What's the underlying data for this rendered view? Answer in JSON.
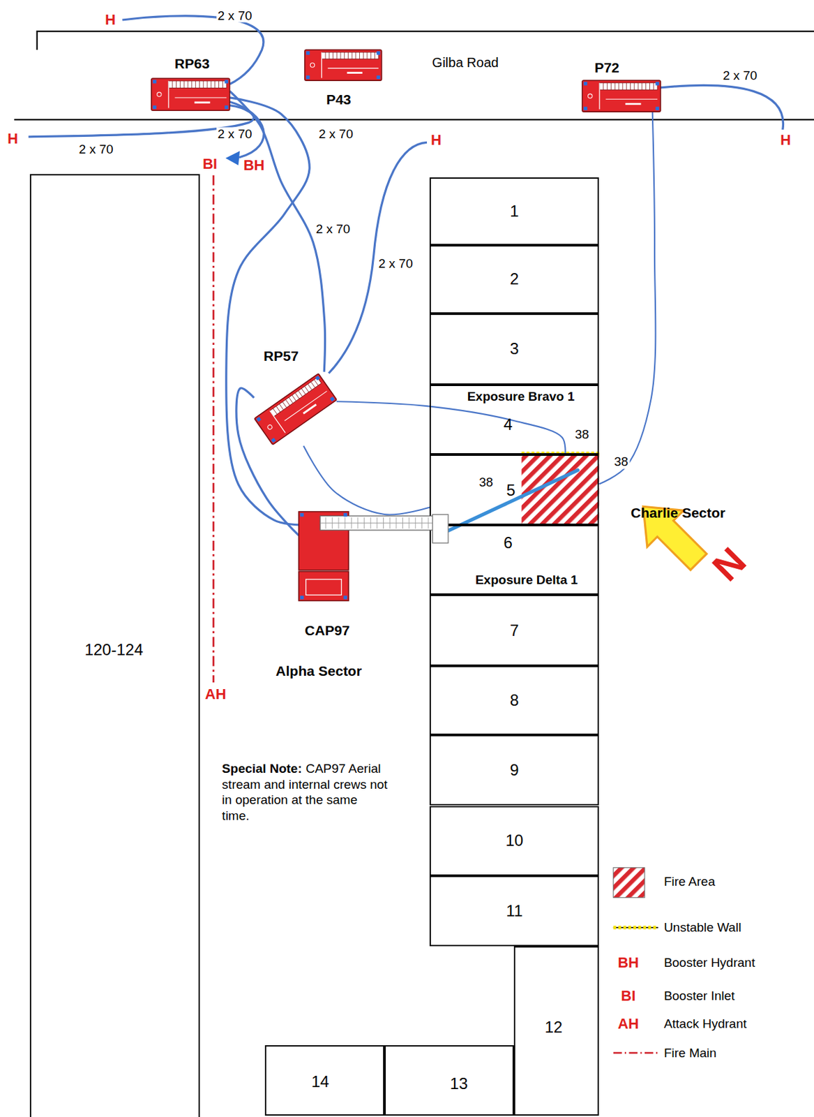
{
  "diagram": {
    "nodes": [
      {
        "text": [
          "RP63"
        ]
      },
      {
        "text": [
          "P43"
        ]
      },
      {
        "text": [
          "P72"
        ]
      },
      {
        "text": [
          "120-124"
        ]
      },
      {
        "text": [
          "1"
        ]
      },
      {
        "text": [
          "2"
        ]
      },
      {
        "text": [
          "3"
        ]
      },
      {
        "text": [
          "RP57"
        ]
      },
      {
        "text": [
          "Exposure Bravo 1",
          "4"
        ]
      },
      {
        "text": [
          "5"
        ]
      },
      {
        "text": [
          "6",
          "Exposure Delta 1"
        ]
      },
      {
        "text": [
          "CAP97"
        ]
      },
      {
        "text": [
          "7"
        ]
      },
      {
        "text": [
          "8"
        ]
      },
      {
        "text": [
          "9"
        ]
      },
      {
        "text": [
          "10"
        ]
      },
      {
        "text": [
          "11"
        ]
      },
      {
        "text": [
          "12"
        ]
      },
      {
        "text": [
          "13"
        ]
      },
      {
        "text": [
          "14"
        ]
      }
    ],
    "edges": [
      {
        "from": 0,
        "to": 7,
        "label": "2 x 70",
        "arrow": "none"
      },
      {
        "from": 0,
        "to": 11,
        "label": "2 x 70",
        "arrow": "none"
      },
      {
        "from": 7,
        "to": 11,
        "arrow": "none"
      },
      {
        "from": 7,
        "to": 8,
        "label": "38",
        "arrow": "none"
      },
      {
        "from": 7,
        "to": 9,
        "label": "38",
        "arrow": "none"
      },
      {
        "from": 2,
        "to": 9,
        "label": "38",
        "arrow": "none"
      }
    ],
    "labels": [
      "H",
      "2 x 70",
      "Gilba Road",
      "2 x 70",
      "H",
      "2 x 70",
      "2 x 70",
      "BI",
      "BH",
      "H",
      "H",
      "2 x 70",
      "Charlie Sector",
      "Alpha Sector",
      "AH",
      "Special Note:",
      "CAP97 Aerial stream and internal crews not in operation at the same time.",
      "N",
      "BH",
      "BI",
      "AH"
    ],
    "legend": [
      {
        "text": "Fire Area"
      },
      {
        "text": "Unstable Wall"
      },
      {
        "text": "Booster Hydrant"
      },
      {
        "text": "Booster Inlet"
      },
      {
        "text": "Attack Hydrant"
      },
      {
        "text": "Fire Main"
      }
    ]
  }
}
